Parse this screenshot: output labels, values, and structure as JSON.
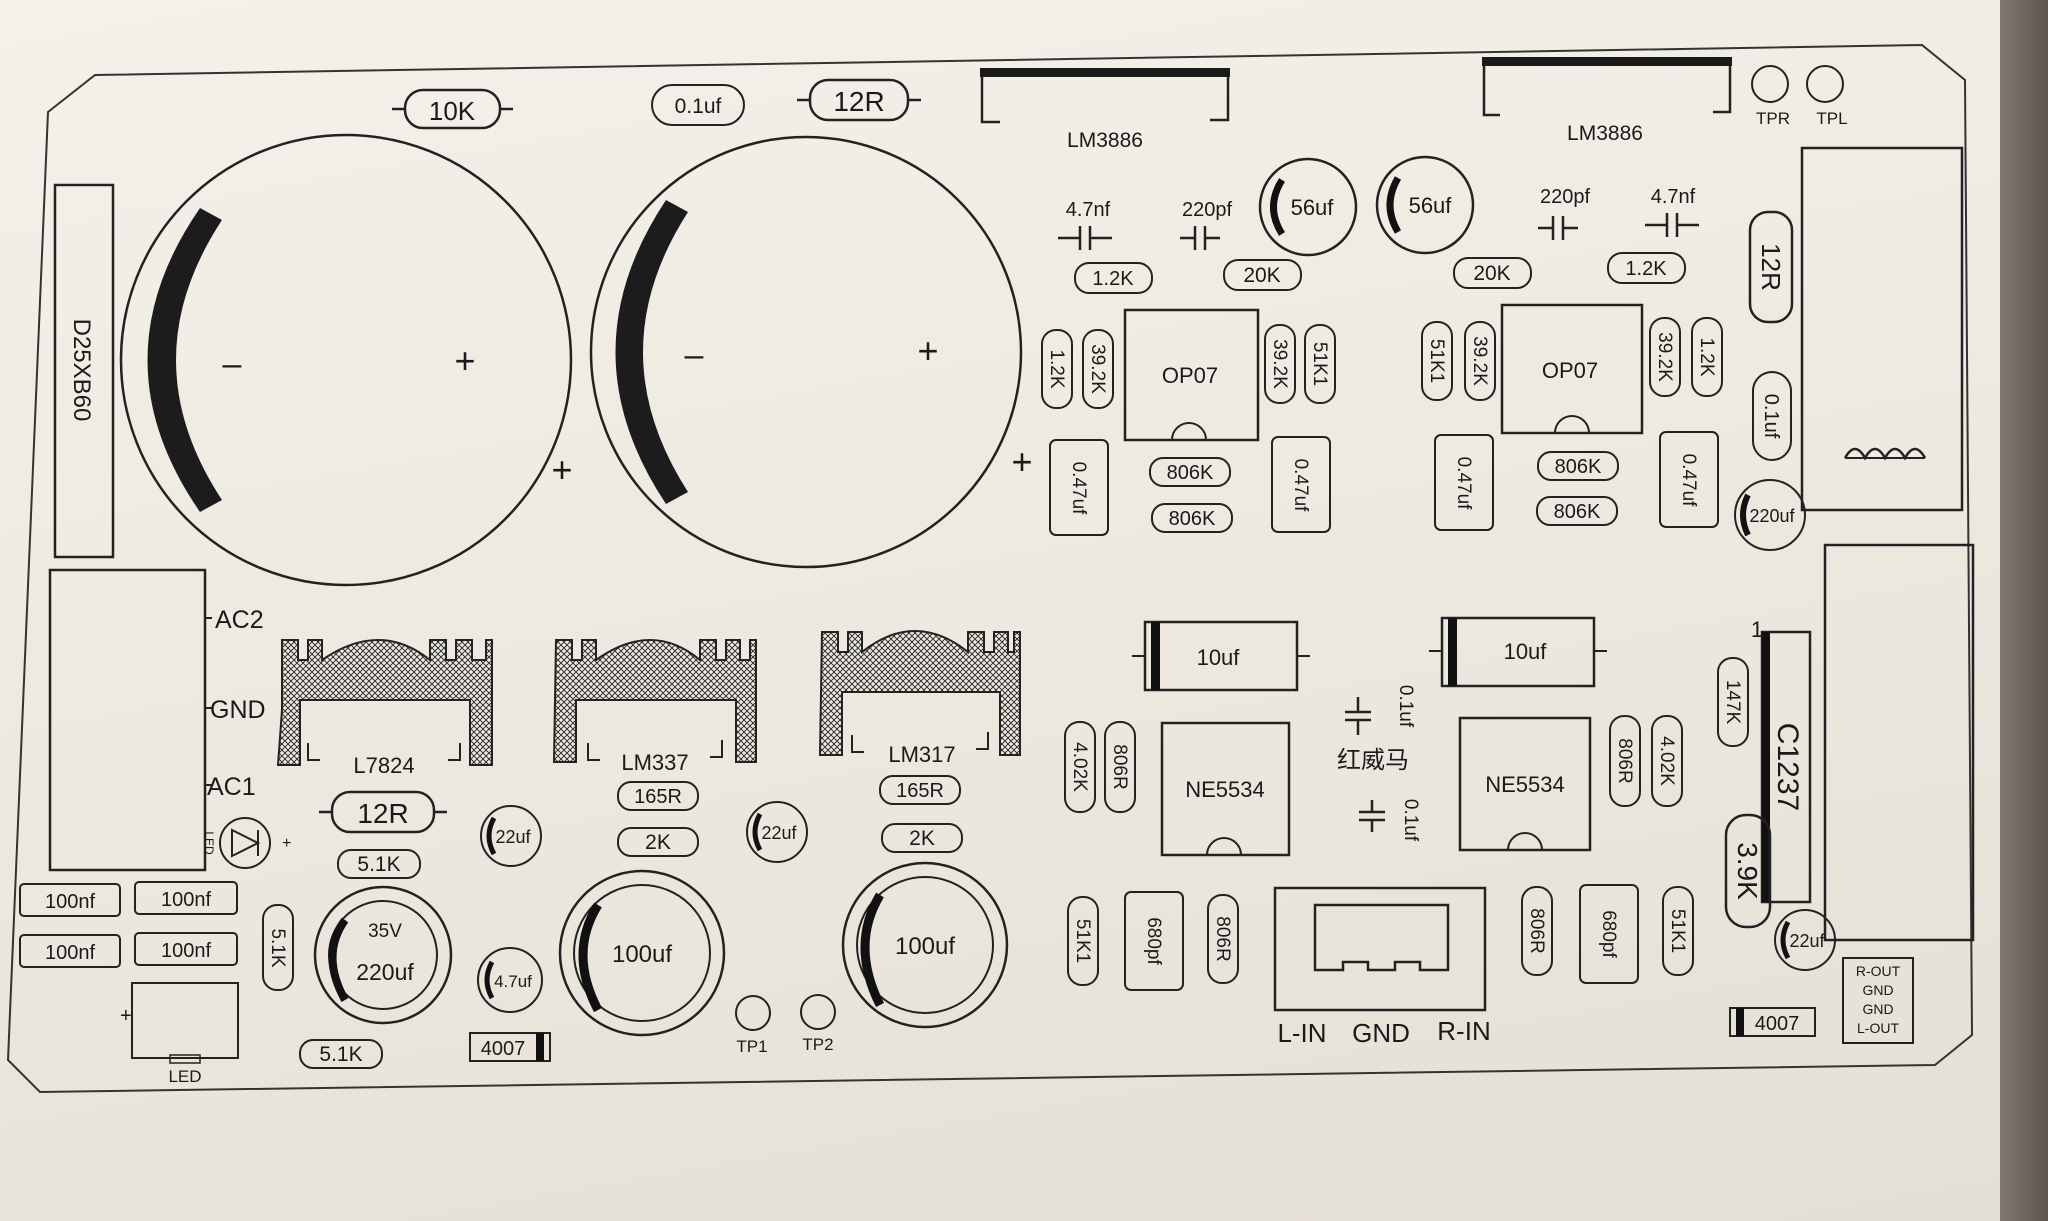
{
  "board": {
    "top_left": {
      "res_10k": "10K",
      "cap_01uf": "0.1uf",
      "res_12r": "12R",
      "bridge": "D25XB60",
      "plus": "+",
      "minus": "–"
    },
    "amp_ic": {
      "left": "LM3886",
      "right": "LM3886"
    },
    "test_points": {
      "tpr": "TPR",
      "tpl": "TPL",
      "tp1": "TP1",
      "tp2": "TP2"
    },
    "filter_left": {
      "c1": "4.7nf",
      "c2": "220pf",
      "e56": "56uf",
      "r12": "1.2K",
      "r20": "20K",
      "op": "OP07",
      "v1": "1.2K",
      "v2": "39.2K",
      "v3": "39.2K",
      "v4": "51K1",
      "b1": "0.47uf",
      "b2": "0.47uf",
      "r806a": "806K",
      "r806b": "806K"
    },
    "filter_right": {
      "e56": "56uf",
      "c2": "220pf",
      "c1": "4.7nf",
      "r20": "20K",
      "r12": "1.2K",
      "op": "OP07",
      "v1": "51K1",
      "v2": "39.2K",
      "v3": "39.2K",
      "v4": "1.2K",
      "b1": "0.47uf",
      "b2": "0.47uf",
      "r806a": "806K",
      "r806b": "806K"
    },
    "output_right": {
      "r12": "12R",
      "c01": "0.1uf",
      "e220": "220uf"
    },
    "power": {
      "ac2": "AC2",
      "gnd": "GND",
      "ac1": "AC1",
      "reg1": "L7824",
      "reg2": "LM337",
      "reg3": "LM317",
      "r12": "12R",
      "r51a": "5.1K",
      "r51b": "5.1K",
      "r51c": "5.1K",
      "e22a": "22uf",
      "e22b": "22uf",
      "r165a": "165R",
      "r165b": "165R",
      "r2ka": "2K",
      "r2kb": "2K",
      "e220v": "35V",
      "e220": "220uf",
      "e47": "4.7uf",
      "e100a": "100uf",
      "e100b": "100uf",
      "n1": "100nf",
      "n2": "100nf",
      "n3": "100nf",
      "n4": "100nf",
      "led": "LED",
      "led_small": "LED",
      "d4007": "4007"
    },
    "preamp": {
      "e10a": "10uf",
      "e10b": "10uf",
      "ne_a": "NE5534",
      "ne_b": "NE5534",
      "r402a": "4.02K",
      "r806ra": "806R",
      "r806rb": "806R",
      "r402b": "4.02K",
      "c01a": "0.1uf",
      "c01b": "0.1uf",
      "brand": "红威马",
      "r51k1a": "51K1",
      "c680a": "680pf",
      "r806rc": "806R",
      "r806rd": "806R",
      "c680b": "680pf",
      "r51k1b": "51K1",
      "lin": "L-IN",
      "gnd": "GND",
      "rin": "R-IN"
    },
    "output_stage": {
      "r147": "147K",
      "transistor": "C1237",
      "r39": "3.9K",
      "e22": "22uf",
      "one": "1",
      "d4007": "4007",
      "rout": "R-OUT",
      "gnd1": "GND",
      "gnd2": "GND",
      "lout": "L-OUT"
    }
  }
}
